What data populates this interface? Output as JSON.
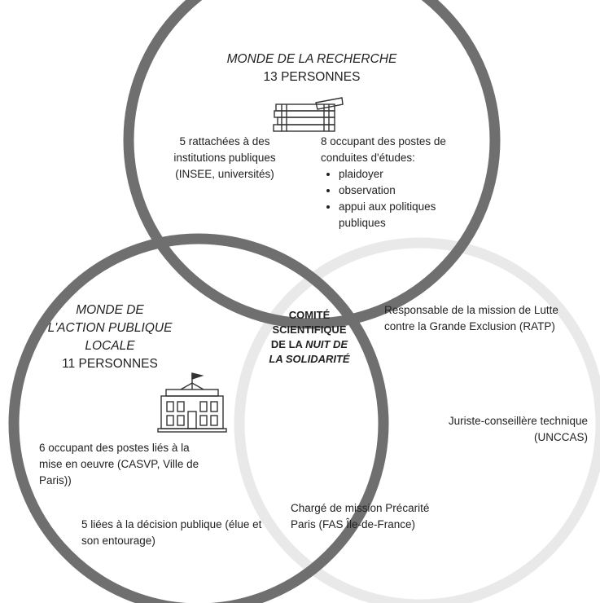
{
  "circles": {
    "research": {
      "title": "MONDE DE LA RECHERCHE",
      "count": "13 PERSONNES",
      "icon": "books-icon",
      "left_text": "5 rattachées à des institutions publiques (INSEE, universités)",
      "right_intro": "8 occupant des postes de conduites d'études:",
      "right_items": [
        "plaidoyer",
        "observation",
        "appui aux politiques publiques"
      ]
    },
    "public_action": {
      "title_line1": "MONDE DE",
      "title_line2": "L'ACTION PUBLIQUE",
      "title_line3": "LOCALE",
      "count": "11 PERSONNES",
      "icon": "town-hall-icon",
      "text1": "6 occupant des postes liés à la mise en oeuvre (CASVP, Ville de Paris))",
      "text2": "5 liées à la décision publique (élue et son entourage)"
    },
    "other": {
      "item1": "Responsable de la mission de Lutte contre la Grande Exclusion (RATP)",
      "item2": "Juriste-conseillère technique (UNCCAS)",
      "item3": "Chargé de mission Précarité Paris (FAS Île-de-France)"
    }
  },
  "center": {
    "line1": "COMITÉ",
    "line2": "SCIENTIFIQUE",
    "line3a": "DE LA",
    "line3b": "NUIT DE",
    "line4": "LA SOLIDARITÉ"
  },
  "colors": {
    "dark_ring": "#707070",
    "light_ring": "#e9e9e9",
    "text": "#222222"
  }
}
